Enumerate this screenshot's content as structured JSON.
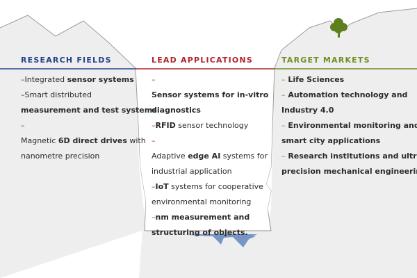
{
  "colors": {
    "research": "#23428a",
    "lead": "#b0232b",
    "target": "#6f8e22",
    "landscape": "#eeeeee",
    "water": "#7796c8",
    "tree": "#5e7f1f"
  },
  "icons": {
    "tree": "tree-icon",
    "water": "water-shape"
  },
  "research": {
    "title": "RESEARCH FIELDS",
    "items": [
      {
        "dash": "–",
        "parts": [
          {
            "t": "Integrated ",
            "b": false
          },
          {
            "t": "sensor systems",
            "b": true
          }
        ]
      },
      {
        "dash": "–",
        "parts": [
          {
            "t": "Smart distributed",
            "b": false
          },
          {
            "t": "measurement and test systems",
            "b": true,
            "br": true
          }
        ]
      },
      {
        "dash": "–",
        "parts": [
          {
            "t": "Magnetic ",
            "b": false
          },
          {
            "t": "6D direct drives",
            "b": true
          },
          {
            "t": " with",
            "b": false
          },
          {
            "t": "nanometre precision",
            "b": false,
            "br": true
          }
        ]
      }
    ]
  },
  "lead": {
    "title": "LEAD APPLICATIONS",
    "items": [
      {
        "dash": "–",
        "parts": [
          {
            "t": "Sensor systems for in-vitro",
            "b": true
          },
          {
            "t": "diagnostics",
            "b": true,
            "br": true
          }
        ]
      },
      {
        "dash": "–",
        "parts": [
          {
            "t": "RFID",
            "b": true
          },
          {
            "t": " sensor technology",
            "b": false
          }
        ]
      },
      {
        "dash": "–",
        "parts": [
          {
            "t": "Adaptive ",
            "b": false
          },
          {
            "t": "edge AI",
            "b": true
          },
          {
            "t": " systems for",
            "b": false
          },
          {
            "t": "industrial application",
            "b": false,
            "br": true
          }
        ]
      },
      {
        "dash": "–",
        "parts": [
          {
            "t": "IoT",
            "b": true
          },
          {
            "t": " systems for cooperative",
            "b": false
          },
          {
            "t": "environmental monitoring",
            "b": false,
            "br": true
          }
        ]
      },
      {
        "dash": "–",
        "parts": [
          {
            "t": "nm measurement and",
            "b": true
          },
          {
            "t": "structuring of objects.",
            "b": true,
            "br": true
          }
        ]
      }
    ]
  },
  "target": {
    "title": "TARGET MARKETS",
    "items": [
      {
        "dash": "–",
        "parts": [
          {
            "t": " Life Sciences",
            "b": true
          }
        ]
      },
      {
        "dash": "–",
        "parts": [
          {
            "t": " Automation technology and",
            "b": true
          },
          {
            "t": "Industry 4.0",
            "b": true,
            "br": true
          }
        ]
      },
      {
        "dash": "–",
        "parts": [
          {
            "t": " Environmental monitoring and",
            "b": true
          },
          {
            "t": "smart city applications",
            "b": true,
            "br": true
          }
        ]
      },
      {
        "dash": "–",
        "parts": [
          {
            "t": " Research institutions and ultra-",
            "b": true
          },
          {
            "t": "precision mechanical engineering",
            "b": true,
            "br": true
          }
        ]
      }
    ]
  }
}
